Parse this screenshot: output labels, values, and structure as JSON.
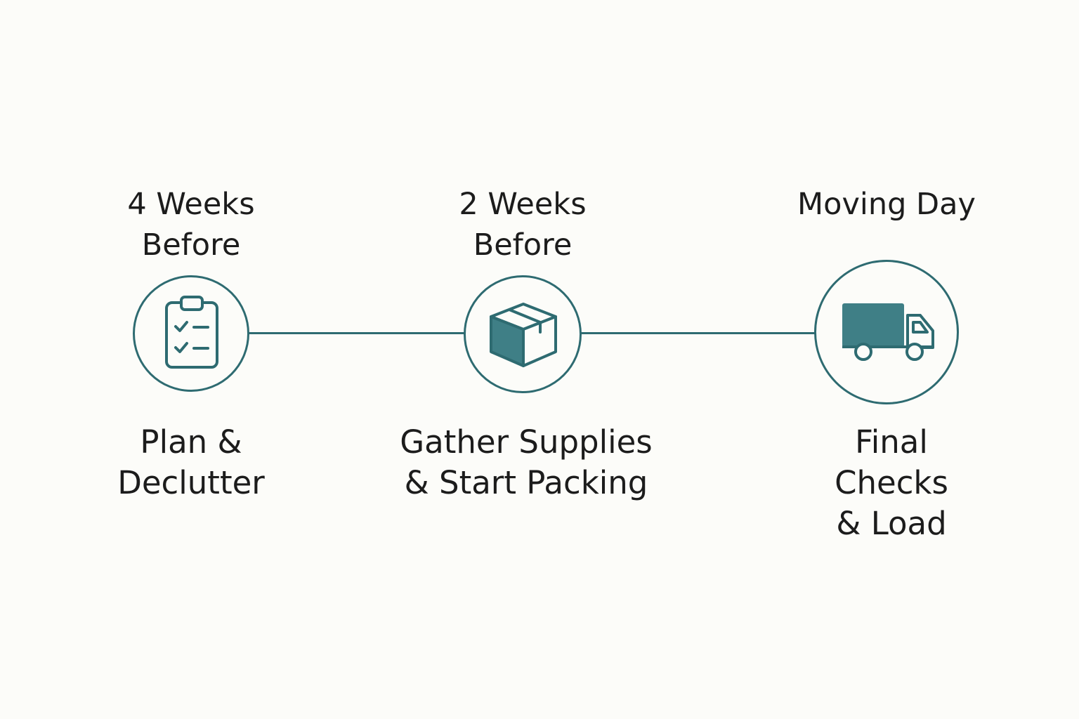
{
  "colors": {
    "accent": "#2e6b71",
    "icon_fill": "#3f7f86",
    "background": "#fcfcf9",
    "text": "#1c1c1c"
  },
  "steps": [
    {
      "timing": "4 Weeks\nBefore",
      "task": "Plan &\nDeclutter",
      "icon": "clipboard-checklist-icon"
    },
    {
      "timing": "2 Weeks\nBefore",
      "task": "Gather Supplies\n& Start Packing",
      "icon": "box-icon"
    },
    {
      "timing": "Moving Day",
      "task": "Final Checks\n& Load",
      "icon": "truck-icon"
    }
  ]
}
